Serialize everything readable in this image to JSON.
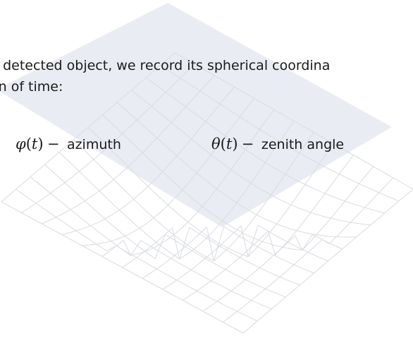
{
  "text": {
    "line1": "n detected object, we record its spherical coordina",
    "line2": "on of time:"
  },
  "formulas": {
    "phi": {
      "symbol": "φ",
      "variable": "t",
      "dash": "−",
      "label": "azimuth"
    },
    "theta": {
      "symbol": "θ",
      "variable": "t",
      "dash": "−",
      "label": "zenith angle"
    }
  },
  "colors": {
    "plane_fill": "#e9edf3",
    "mesh_stroke": "#d8dbe0",
    "text": "#1a1a1a"
  }
}
